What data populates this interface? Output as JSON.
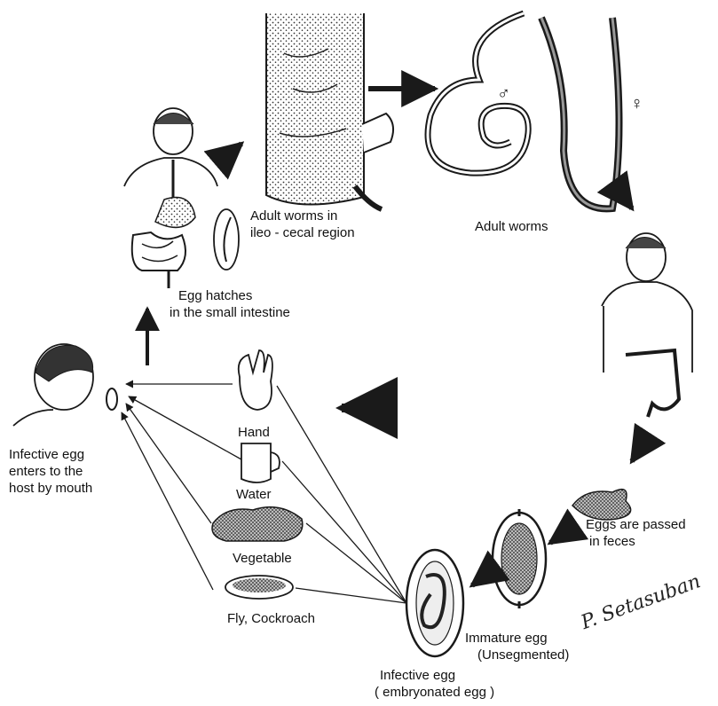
{
  "labels": {
    "adult_worms_region": [
      "Adult worms in",
      "ileo - cecal region"
    ],
    "adult_worms": "Adult worms",
    "male_symbol": "♂",
    "female_symbol": "♀",
    "egg_hatches": [
      "Egg hatches",
      "in the small intestine"
    ],
    "infective_entry": [
      "Infective egg",
      "enters to the",
      "host  by mouth"
    ],
    "hand": "Hand",
    "water": "Water",
    "vegetable": "Vegetable",
    "fly_cockroach": "Fly, Cockroach",
    "eggs_passed": [
      "Eggs are passed",
      "in feces"
    ],
    "immature_egg": [
      "Immature egg",
      "(Unsegmented)"
    ],
    "infective_egg": [
      "Infective egg",
      "( embryonated  egg )"
    ]
  },
  "signature": "P. Setasuban",
  "colors": {
    "ink": "#1a1a1a",
    "stipple": "#3a3a3a",
    "arrow": "#2a2a2a"
  }
}
